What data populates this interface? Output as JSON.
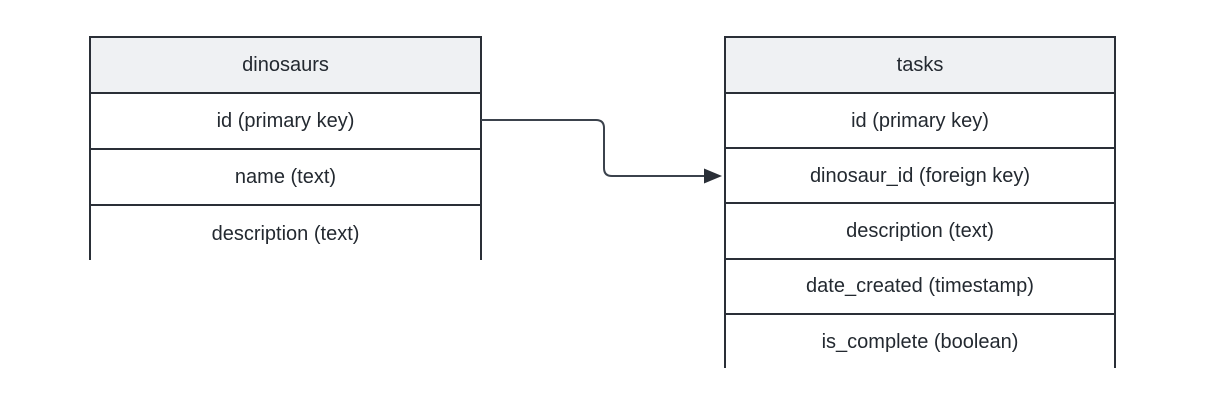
{
  "diagram": {
    "type": "entity-relationship-diagram",
    "background_color": "#ffffff",
    "border_color": "#2a2f37",
    "header_fill": "#eff1f3",
    "text_color": "#232930",
    "entities": [
      {
        "id": "dinosaurs",
        "title": "dinosaurs",
        "fields": [
          "id (primary key)",
          "name (text)",
          "description (text)"
        ]
      },
      {
        "id": "tasks",
        "title": "tasks",
        "fields": [
          "id (primary key)",
          "dinosaur_id (foreign key)",
          "description (text)",
          "date_created (timestamp)",
          "is_complete (boolean)"
        ]
      }
    ],
    "relationships": [
      {
        "id": "dinosaurs-id-to-tasks-dinosaur-id",
        "from_entity": "dinosaurs",
        "from_field": "id (primary key)",
        "to_entity": "tasks",
        "to_field": "dinosaur_id (foreign key)",
        "line_color": "#3b424c",
        "arrow_color": "#2a2f37",
        "style": "orthogonal-step-with-arrowhead"
      }
    ]
  }
}
